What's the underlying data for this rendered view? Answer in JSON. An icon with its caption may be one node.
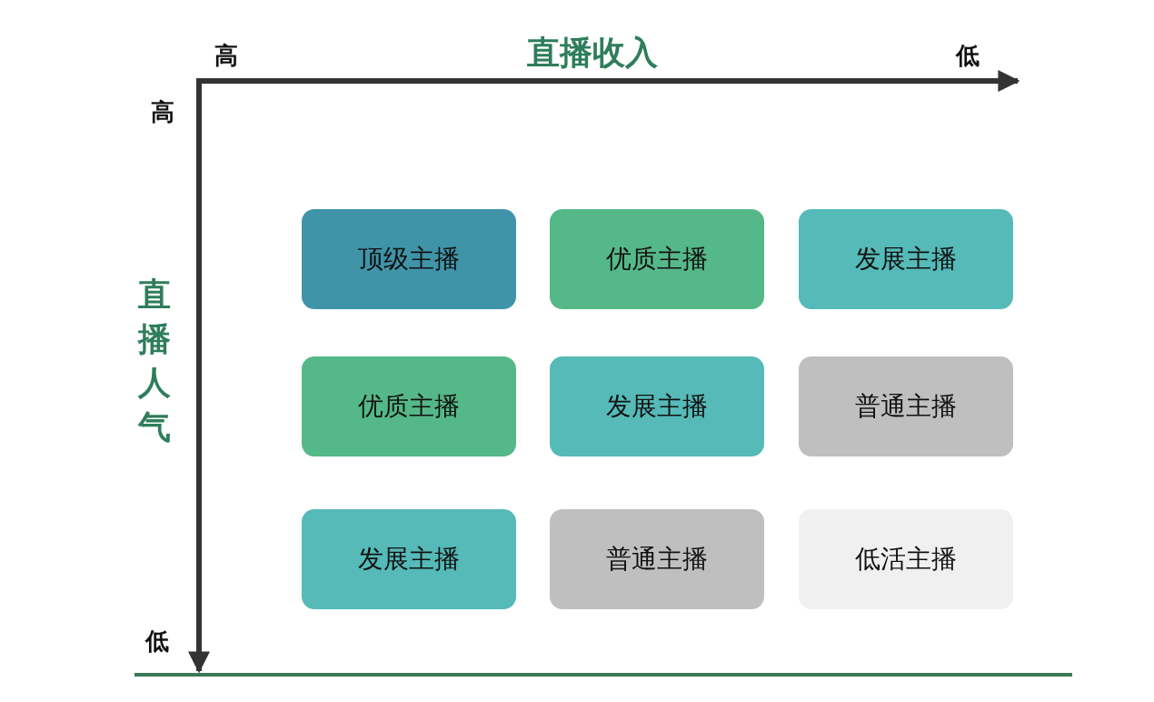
{
  "diagram": {
    "nodes": [
      {
        "text": [
          "顶级主播"
        ]
      },
      {
        "text": [
          "优质主播"
        ]
      },
      {
        "text": [
          "发展主播"
        ]
      },
      {
        "text": [
          "优质主播"
        ]
      },
      {
        "text": [
          "发展主播"
        ]
      },
      {
        "text": [
          "普通主播"
        ]
      },
      {
        "text": [
          "发展主播"
        ]
      },
      {
        "text": [
          "普通主播"
        ]
      },
      {
        "text": [
          "低活主播"
        ]
      }
    ],
    "labels": [
      "高",
      "直播收入",
      "低",
      "高",
      "直播人气",
      "低"
    ]
  }
}
